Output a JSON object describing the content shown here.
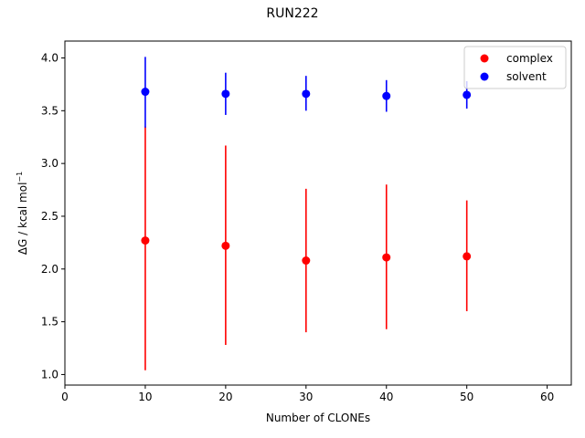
{
  "chart_data": {
    "type": "scatter",
    "title": "RUN222",
    "xlabel": "Number of CLONEs",
    "ylabel": "ΔG / kcal mol",
    "ylabel_sup": "−1",
    "xlim": [
      0,
      63
    ],
    "ylim": [
      0.9,
      4.16
    ],
    "x_ticks": [
      0,
      10,
      20,
      30,
      40,
      50,
      60
    ],
    "y_ticks": [
      1.0,
      1.5,
      2.0,
      2.5,
      3.0,
      3.5,
      4.0
    ],
    "x_tick_labels": [
      "0",
      "10",
      "20",
      "30",
      "40",
      "50",
      "60"
    ],
    "y_tick_labels": [
      "1.0",
      "1.5",
      "2.0",
      "2.5",
      "3.0",
      "3.5",
      "4.0"
    ],
    "grid": false,
    "legend_position": "top-right",
    "series": [
      {
        "name": "complex",
        "color": "#ff0000",
        "x": [
          10,
          20,
          30,
          40,
          50
        ],
        "y": [
          2.27,
          2.22,
          2.08,
          2.11,
          2.12
        ],
        "err_low": [
          1.04,
          1.28,
          1.4,
          1.43,
          1.6
        ],
        "err_high": [
          3.35,
          3.17,
          2.76,
          2.8,
          2.65
        ]
      },
      {
        "name": "solvent",
        "color": "#0000ff",
        "x": [
          10,
          20,
          30,
          40,
          50
        ],
        "y": [
          3.68,
          3.66,
          3.66,
          3.64,
          3.65
        ],
        "err_low": [
          3.34,
          3.46,
          3.5,
          3.49,
          3.52
        ],
        "err_high": [
          4.01,
          3.86,
          3.83,
          3.79,
          3.78
        ]
      }
    ]
  }
}
